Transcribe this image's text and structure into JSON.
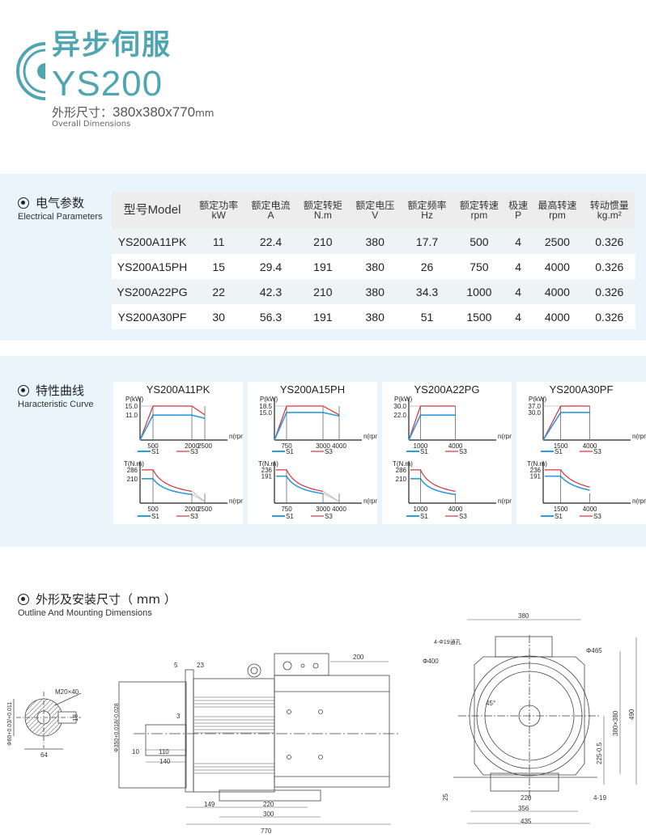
{
  "header": {
    "title_cn": "异步伺服",
    "model": "YS200",
    "dims_label_cn": "外形尺寸：",
    "dims_value": "380x380x770",
    "dims_unit": "mm",
    "dims_label_en": "Overall Dimensions"
  },
  "colors": {
    "accent": "#4fa6b0",
    "section_bg": "#eaf4fb",
    "s1": "#2d9be0",
    "s3": "#d8303a"
  },
  "electrical": {
    "title_cn": "电气参数",
    "title_en": "Electrical Parameters",
    "columns": [
      {
        "cn": "型号Model",
        "unit": ""
      },
      {
        "cn": "额定功率",
        "unit": "kW"
      },
      {
        "cn": "额定电流",
        "unit": "A"
      },
      {
        "cn": "额定转矩",
        "unit": "N.m"
      },
      {
        "cn": "额定电压",
        "unit": "V"
      },
      {
        "cn": "额定频率",
        "unit": "Hz"
      },
      {
        "cn": "额定转速",
        "unit": "rpm"
      },
      {
        "cn": "极速",
        "unit": "P"
      },
      {
        "cn": "最高转速",
        "unit": "rpm"
      },
      {
        "cn": "转动惯量",
        "unit": "kg.m²"
      }
    ],
    "rows": [
      [
        "YS200A11PK",
        "11",
        "22.4",
        "210",
        "380",
        "17.7",
        "500",
        "4",
        "2500",
        "0.326"
      ],
      [
        "YS200A15PH",
        "15",
        "29.4",
        "191",
        "380",
        "26",
        "750",
        "4",
        "4000",
        "0.326"
      ],
      [
        "YS200A22PG",
        "22",
        "42.3",
        "210",
        "380",
        "34.3",
        "1000",
        "4",
        "4000",
        "0.326"
      ],
      [
        "YS200A30PF",
        "30",
        "56.3",
        "191",
        "380",
        "51",
        "1500",
        "4",
        "4000",
        "0.326"
      ]
    ]
  },
  "curves": {
    "title_cn": "特性曲线",
    "title_en": "Haracteristic Curve",
    "p_axis": "P(kW)",
    "t_axis": "T(N.m)",
    "n_axis": "n(rpm)",
    "s1": "S1",
    "s3": "S3",
    "charts": [
      {
        "model": "YS200A11PK",
        "p_s3": 15.0,
        "p_s1": 11.0,
        "p_s3_label": "15.0",
        "p_s1_label": "11.0",
        "t_s3": 286,
        "t_s1": 210,
        "t_s3_label": "286",
        "t_s1_label": "210",
        "n_rated": 500,
        "n_corner": 2000,
        "n_max": 2500,
        "ticks": [
          "500",
          "2000",
          "2500"
        ]
      },
      {
        "model": "YS200A15PH",
        "p_s3": 18.5,
        "p_s1": 15.0,
        "p_s3_label": "18.5",
        "p_s1_label": "15.0",
        "t_s3": 236,
        "t_s1": 191,
        "t_s3_label": "236",
        "t_s1_label": "191",
        "n_rated": 750,
        "n_corner": 3000,
        "n_max": 4000,
        "ticks": [
          "750",
          "3000",
          "4000"
        ]
      },
      {
        "model": "YS200A22PG",
        "p_s3": 30.0,
        "p_s1": 22.0,
        "p_s3_label": "30.0",
        "p_s1_label": "22.0",
        "t_s3": 286,
        "t_s1": 210,
        "t_s3_label": "286",
        "t_s1_label": "210",
        "n_rated": 1000,
        "n_corner": 4000,
        "n_max": 4000,
        "ticks": [
          "1000",
          "4000"
        ]
      },
      {
        "model": "YS200A30PF",
        "p_s3": 37.0,
        "p_s1": 30.0,
        "p_s3_label": "37.0",
        "p_s1_label": "30.0",
        "t_s3": 236,
        "t_s1": 191,
        "t_s3_label": "236",
        "t_s1_label": "191",
        "n_rated": 1500,
        "n_corner": 4000,
        "n_max": 4000,
        "ticks": [
          "1500",
          "4000"
        ]
      }
    ]
  },
  "outline": {
    "title_cn": "外形及安装尺寸（ mm ）",
    "title_en": "Outline And Mounting Dimensions",
    "shaft": {
      "keyway": "M20×40",
      "dia": "Φ60+0.03/+0.011",
      "key": "18",
      "width": "64"
    },
    "side": {
      "d5": "5",
      "d23": "23",
      "d200": "200",
      "d3": "3",
      "spigot": "Φ350+0.018/-0.028",
      "d10": "10",
      "d110": "110",
      "d140": "140",
      "d149": "149",
      "d220": "220",
      "d300": "300",
      "d770": "770"
    },
    "front": {
      "d380": "380",
      "holes": "4-Φ19通孔",
      "d400": "Φ400",
      "d465": "Φ465",
      "angle": "45°",
      "sq": "380×380",
      "h490": "490",
      "h225": "225-0.5",
      "d25": "25",
      "d220": "220",
      "d356": "356",
      "d435": "435",
      "feet": "4-19"
    }
  }
}
